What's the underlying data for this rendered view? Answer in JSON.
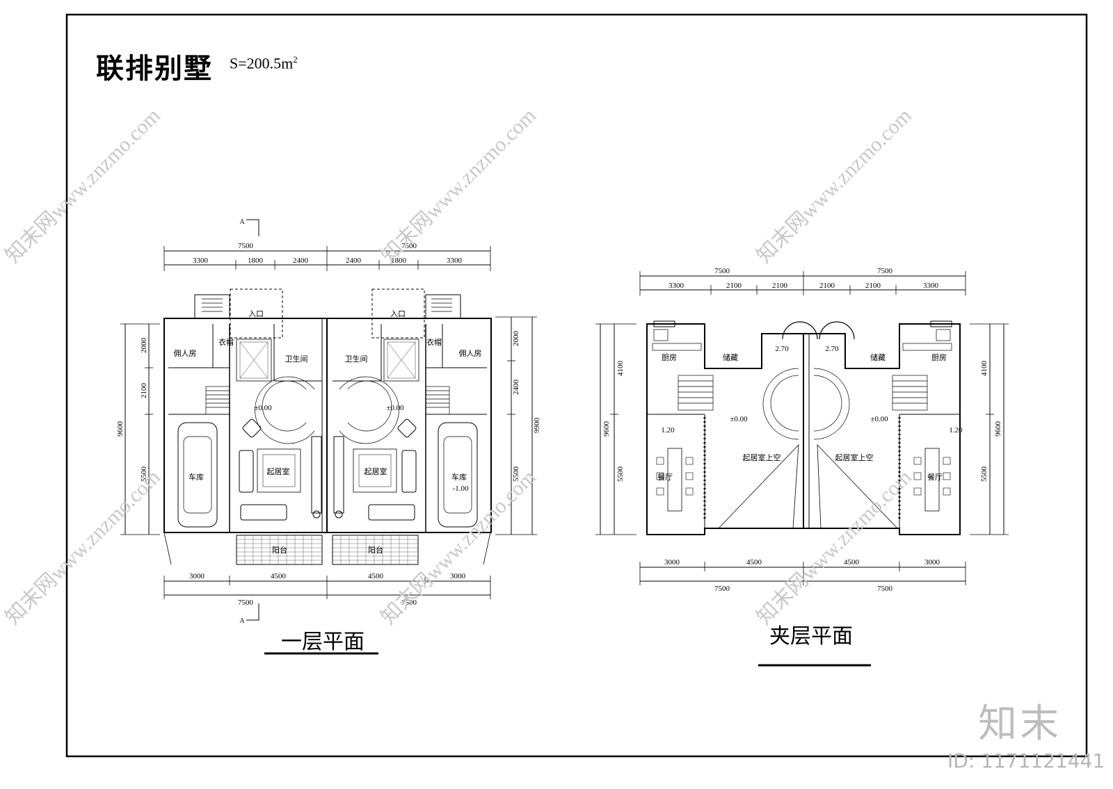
{
  "drawing": {
    "title": "联排别墅",
    "area_label": "S=200.5m",
    "area_superscript": "2"
  },
  "ground_floor": {
    "title": "一层平面",
    "section_mark": "A",
    "dims_top_total": [
      "7500",
      "7500"
    ],
    "dims_top": [
      "3300",
      "1800",
      "2400",
      "2400",
      "1800",
      "3300"
    ],
    "dims_bottom": [
      "3000",
      "4500",
      "4500",
      "3000"
    ],
    "dims_bottom_total": [
      "7500",
      "7500"
    ],
    "dims_left": [
      "2000",
      "2100",
      "5500"
    ],
    "dims_left_total": "9600",
    "dims_right": [
      "2000",
      "2400",
      "5500"
    ],
    "dims_right_total": "9900",
    "rooms": {
      "entrance_left": "入口",
      "entrance_right": "入口",
      "wardrobe_left": "衣帽",
      "wardrobe_right": "衣帽",
      "servant_left": "佣人房",
      "servant_right": "佣人房",
      "wc_left": "卫生间",
      "wc_right": "卫生间",
      "living_left": "起居室",
      "living_right": "起居室",
      "garage_left": "车库",
      "garage_right": "车库",
      "terrace_left": "阳台",
      "terrace_right": "阳台"
    },
    "level_left": "±0.00",
    "level_right": "±0.00",
    "level_garage": "-1.00"
  },
  "mezzanine": {
    "title": "夹层平面",
    "dims_top_total": [
      "7500",
      "7500"
    ],
    "dims_top": [
      "3300",
      "2100",
      "2100",
      "2100",
      "2100",
      "3300"
    ],
    "dims_bottom": [
      "3000",
      "4500",
      "4500",
      "3000"
    ],
    "dims_bottom_total": [
      "7500",
      "7500"
    ],
    "dims_left": [
      "4100",
      "5500"
    ],
    "dims_left_total": "9600",
    "dims_right": [
      "4100",
      "5500"
    ],
    "dims_right_total": "9600",
    "rooms": {
      "kitchen_left": "厨房",
      "kitchen_right": "厨房",
      "storage_left": "储藏",
      "storage_right": "储藏",
      "dining_left": "餐厅",
      "dining_right": "餐厅",
      "void_left": "起居室上空",
      "void_right": "起居室上空"
    },
    "level_stair_left": "2.70",
    "level_stair_right": "2.70",
    "level_left": "±0.00",
    "level_right": "±0.00",
    "level_dining_left": "1.20",
    "level_dining_right": "1.20"
  },
  "watermark": {
    "logo": "知末",
    "id_text": "ID: 1171121441",
    "diagonal_text": "知末网www.znzmo.com"
  }
}
